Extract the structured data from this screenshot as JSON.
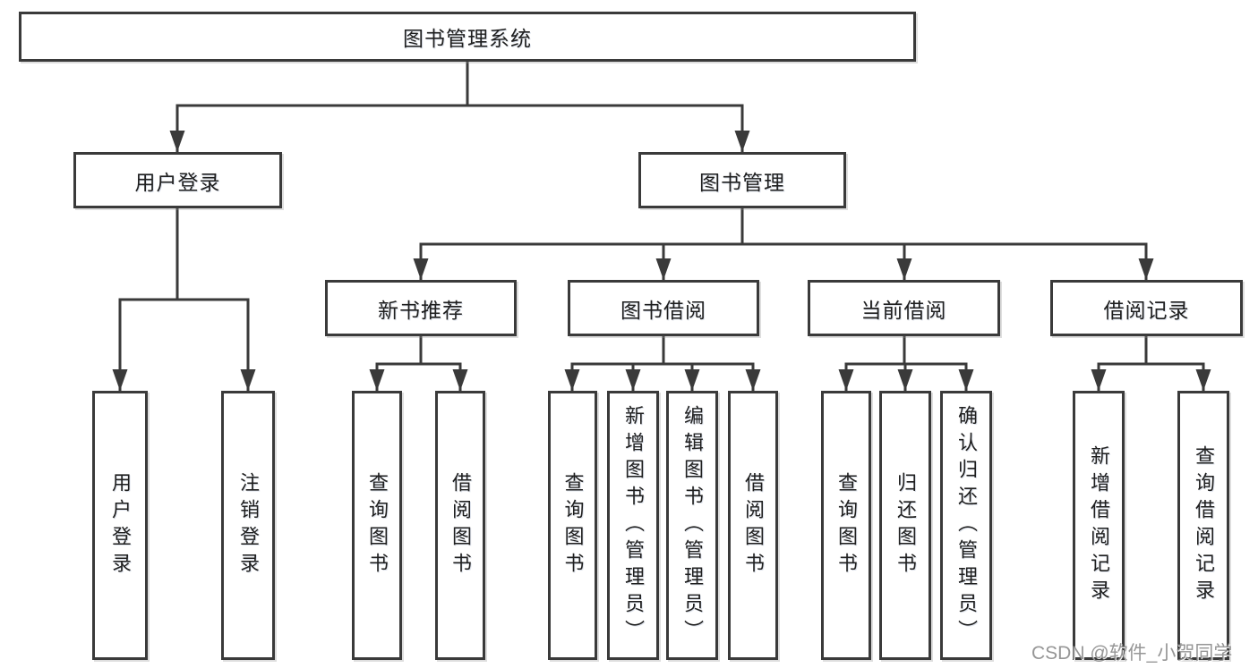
{
  "diagram": {
    "root_label": "图书管理系统",
    "level2": {
      "user_login": {
        "label": "用户登录"
      },
      "book_management": {
        "label": "图书管理"
      }
    },
    "level3": {
      "new_book_recommend": {
        "label": "新书推荐"
      },
      "book_borrowing": {
        "label": "图书借阅"
      },
      "current_borrowing": {
        "label": "当前借阅"
      },
      "borrow_records": {
        "label": "借阅记录"
      }
    },
    "leaves": {
      "user_login_leaf": "用户登录",
      "logout": "注销登录",
      "query_books_recommend": "查询图书",
      "borrow_books_recommend": "借阅图书",
      "query_books_borrowing": "查询图书",
      "add_books_admin": "新增图书（管理员）",
      "edit_books_admin": "编辑图书（管理员）",
      "borrow_books_borrowing": "借阅图书",
      "query_books_current": "查询图书",
      "return_books": "归还图书",
      "confirm_return_admin": "确认归还（管理员）",
      "add_borrow_record": "新增借阅记录",
      "query_borrow_record": "查询借阅记录"
    }
  },
  "watermark": "CSDN @软件_小贺同学"
}
